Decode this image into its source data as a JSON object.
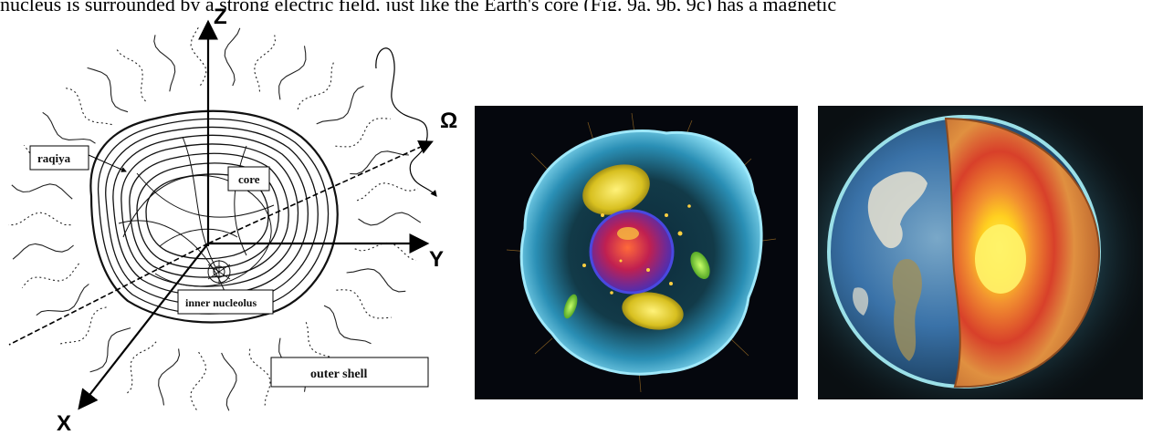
{
  "header_text": "nucleus is surrounded by a strong electric field, just like the Earth's core (Fig. 9a, 9b, 9c) has a magnetic",
  "diagram": {
    "axes": {
      "z": "Z",
      "y": "Y",
      "x": "X",
      "omega": "Ω"
    },
    "labels": {
      "raqiya": "raqiya",
      "core": "core",
      "inner_nucleolus": "inner nucleolus",
      "outer_shell": "outer shell"
    }
  },
  "panels": [
    {
      "subject": "cell-nucleus",
      "colors": {
        "background": "#05070d",
        "membrane": "#4fb8d8",
        "nucleus": "#b0207a",
        "organelles": "#e8e040"
      }
    },
    {
      "subject": "earth-cutaway",
      "colors": {
        "background": "#0a0f12",
        "ocean": "#3c7ab8",
        "crust": "#d98a3a",
        "mantle": "#c0301c",
        "core": "#ffee30"
      }
    }
  ]
}
